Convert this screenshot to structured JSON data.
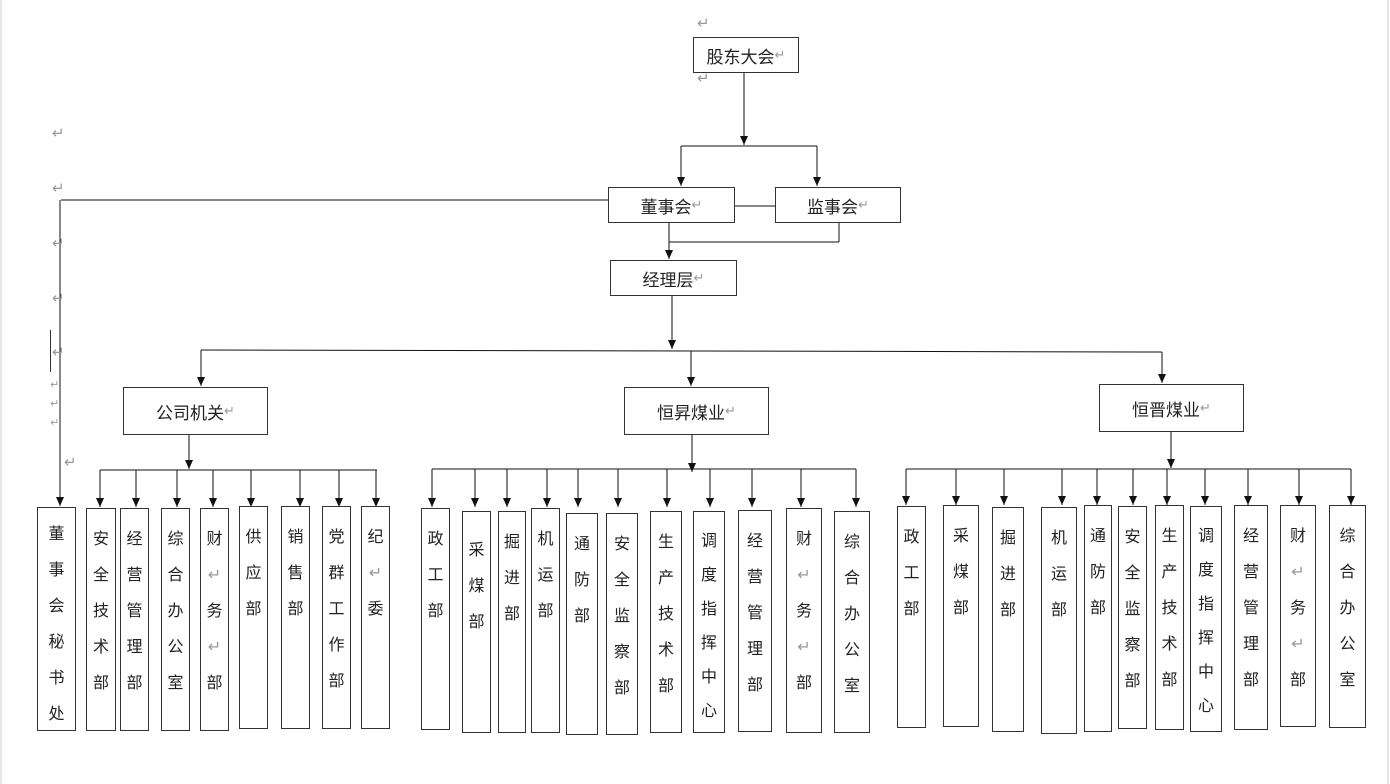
{
  "diagram": {
    "nodes": {
      "shareholders": "股东大会",
      "board": "董事会",
      "supervisors": "监事会",
      "management": "经理层",
      "hq": "公司机关",
      "hengsheng": "恒昇煤业",
      "hengjin": "恒晋煤业",
      "board_secretary": "董事会秘书处"
    },
    "hq_departments": [
      "安全技术部",
      "经营管理部",
      "综合办公室",
      "财务部",
      "供应部",
      "销售部",
      "党群工作部",
      "纪委"
    ],
    "hengsheng_departments": [
      "政工部",
      "采煤部",
      "掘进部",
      "机运部",
      "通防部",
      "安全监察部",
      "生产技术部",
      "调度指挥中心",
      "经营管理部",
      "财务部",
      "综合办公室"
    ],
    "hengjin_departments": [
      "政工部",
      "采煤部",
      "掘进部",
      "机运部",
      "通防部",
      "安全监察部",
      "生产技术部",
      "调度指挥中心",
      "经营管理部",
      "财务部",
      "综合办公室"
    ],
    "paragraph_mark": "↵"
  }
}
